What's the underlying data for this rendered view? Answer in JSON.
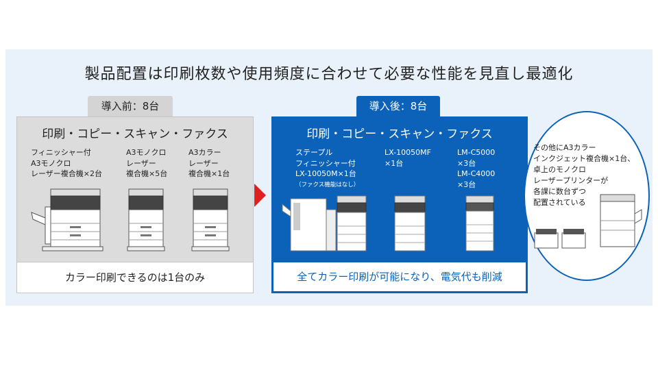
{
  "title": "製品配置は印刷枚数や使用頻度に合わせて必要な性能を見直し最適化",
  "before": {
    "tag": "導入前：8台",
    "heading": "印刷・コピー・スキャン・ファクス",
    "labels": [
      "フィニッシャー付\nA3モノクロ\nレーザー複合機×2台",
      "A3モノクロ\nレーザー\n複合機×5台",
      "A3カラー\nレーザー\n複合機×1台"
    ],
    "footer": "カラー印刷できるのは1台のみ"
  },
  "after": {
    "tag": "導入後：8台",
    "heading": "印刷・コピー・スキャン・ファクス",
    "labels": [
      "ステープル\nフィニッシャー付\nLX-10050M×1台",
      "LX-10050MF\n×1台",
      "LM-C5000\n×3台\nLM-C4000\n×3台"
    ],
    "note": "（ファクス機能はなし）",
    "footer": "全てカラー印刷が可能になり、電気代も削減"
  },
  "other": {
    "text": "その他にA3カラー\nインクジェット複合機×1台、\n卓上のモノクロ\nレーザープリンターが\n各課に数台ずつ\n配置されている"
  },
  "colors": {
    "accent": "#0b62b8",
    "arrow": "#e0201e",
    "panel": "#e9f2fa"
  },
  "icons": [
    "printer-icon",
    "arrow-right-icon"
  ]
}
